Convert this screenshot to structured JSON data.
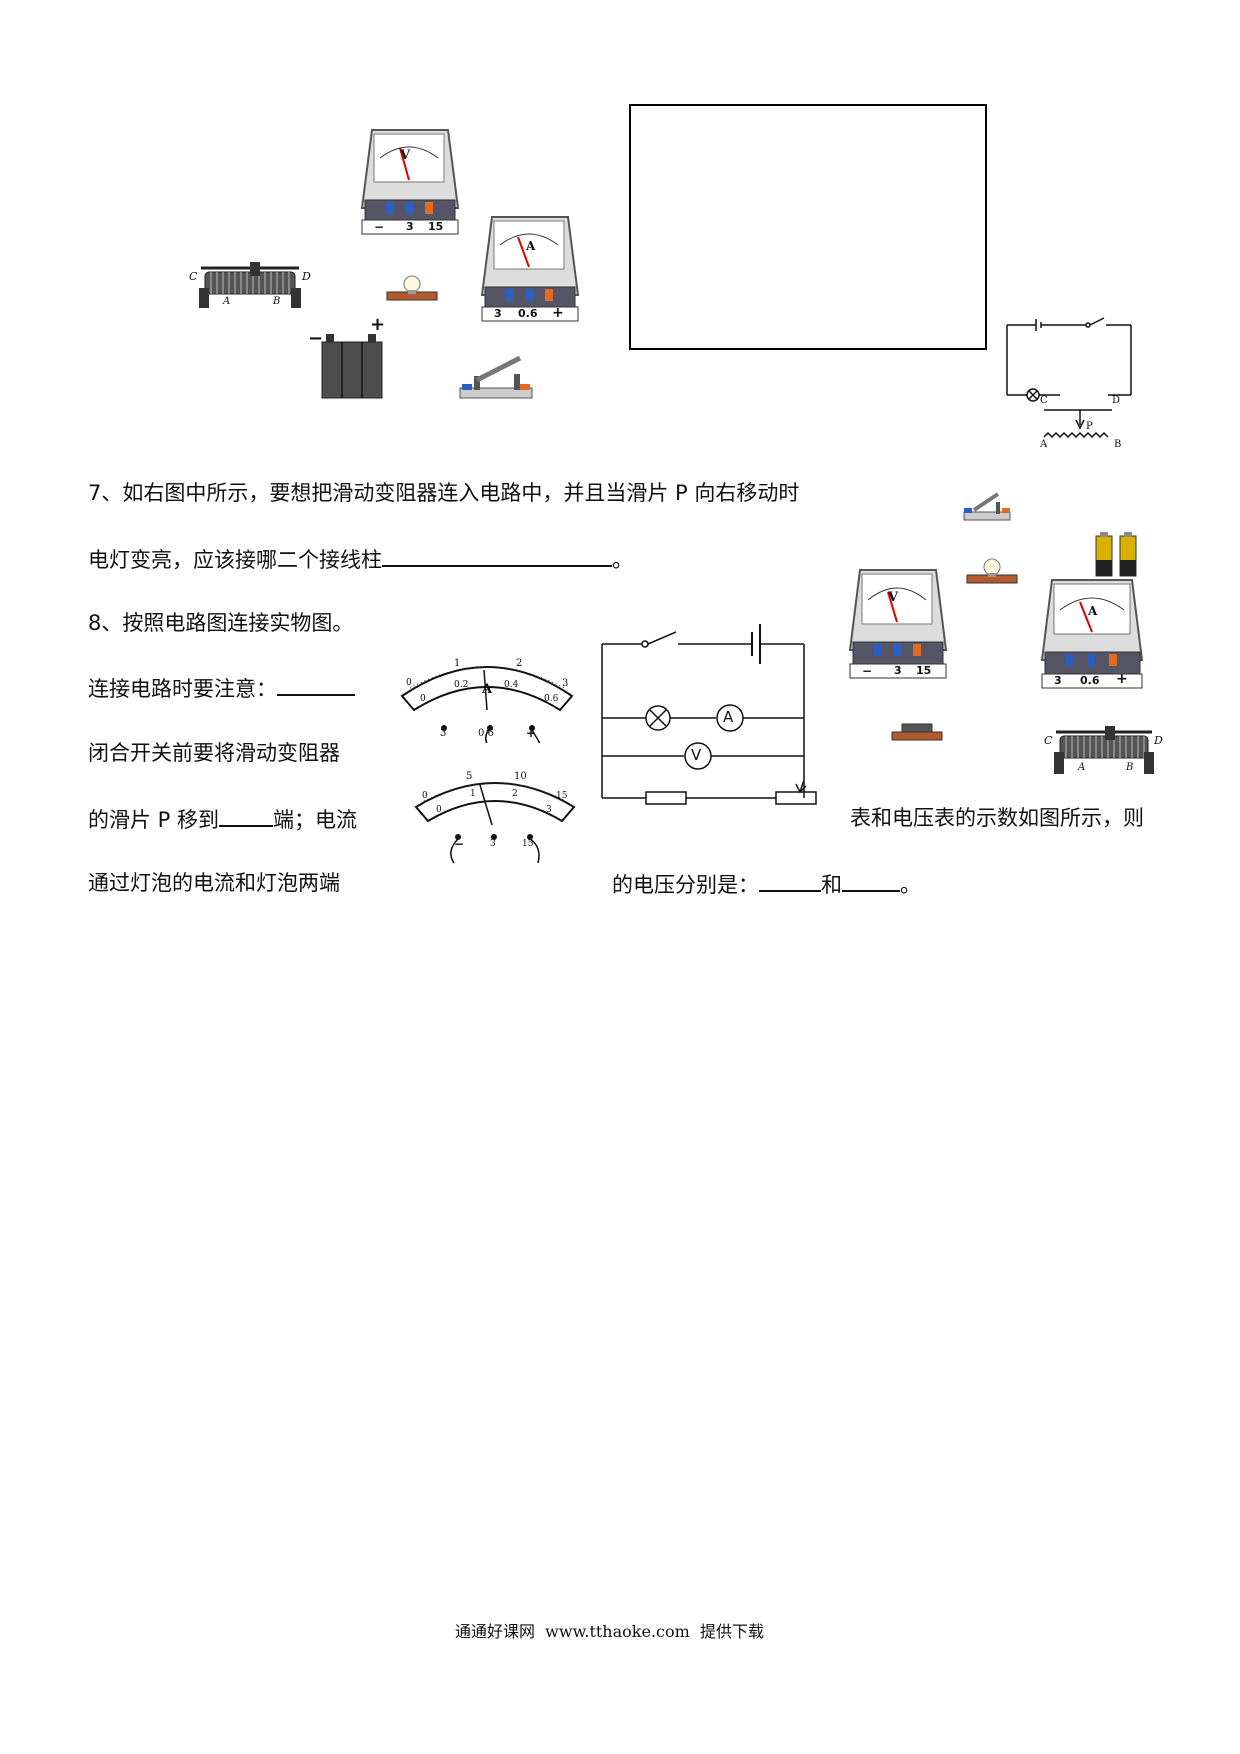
{
  "q7": {
    "line1": "7、如右图中所示，要想把滑动变阻器连入电路中，并且当滑片 P 向右移动时",
    "line2_pre": "电灯变亮，应该接哪二个接线柱",
    "line2_post": "。"
  },
  "q8": {
    "title": "8、按照电路图连接实物图。",
    "note_label": "连接电路时要注意：",
    "line_b": "闭合开关前要将滑动变阻器",
    "line_c_pre": "的滑片 P 移到",
    "line_c_mid": "端；电流",
    "line_c_post": "表和电压表的示数如图所示，则",
    "line_d_pre": "通过灯泡的电流和灯泡两端",
    "line_d_mid": "的电压分别是：",
    "line_d_and": "和",
    "line_d_post": "。"
  },
  "meters": {
    "voltmeter_letter": "V",
    "ammeter_letter": "A",
    "v_terminals": [
      "−",
      "3",
      "15"
    ],
    "a_terminals": [
      "3",
      "0.6",
      "+"
    ]
  },
  "dial_ammeter": {
    "unit": "A",
    "top_scale": [
      "0",
      "1",
      "2",
      "3"
    ],
    "bottom_scale": [
      "0",
      "0.2",
      "0.4",
      "0.6"
    ],
    "terminals": [
      "3",
      "0.6",
      "+"
    ]
  },
  "dial_voltmeter": {
    "top_scale": [
      "0",
      "5",
      "10",
      "15"
    ],
    "bottom_scale": [
      "0",
      "1",
      "2",
      "3"
    ],
    "terminals": [
      "−",
      "3",
      "15"
    ]
  },
  "small_circuit_labels": {
    "c": "C",
    "d": "D",
    "p": "P",
    "a": "A",
    "b": "B"
  },
  "rheostat_labels": {
    "c": "C",
    "d": "D",
    "a": "A",
    "b": "B"
  },
  "circuit_symbols": {
    "ammeter": "A",
    "voltmeter": "V"
  },
  "battery_signs": {
    "minus": "−",
    "plus": "+"
  },
  "footer": "通通好课网  www.tthaoke.com  提供下载"
}
